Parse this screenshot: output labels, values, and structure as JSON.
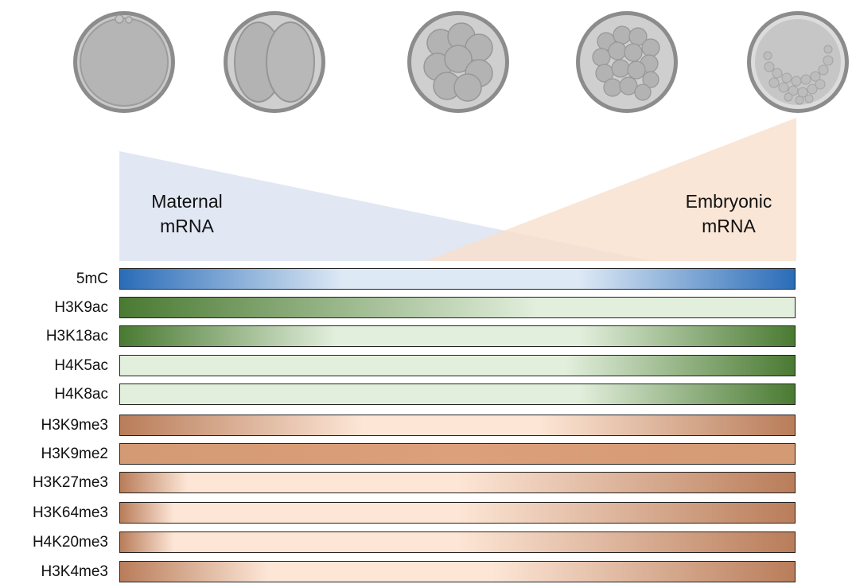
{
  "wedges": {
    "maternal_label": [
      "Maternal",
      "mRNA"
    ],
    "embryonic_label": [
      "Embryonic",
      "mRNA"
    ],
    "maternal_color": "#dfe6f2",
    "embryonic_color": "#f9e0cc"
  },
  "stages": [
    {
      "name": "zygote-icon"
    },
    {
      "name": "two-cell-embryo-icon"
    },
    {
      "name": "eight-cell-embryo-icon"
    },
    {
      "name": "morula-icon"
    },
    {
      "name": "blastocyst-icon"
    }
  ],
  "marks": [
    {
      "label": "5mC",
      "family": "blue"
    },
    {
      "label": "H3K9ac",
      "family": "green"
    },
    {
      "label": "H3K18ac",
      "family": "green"
    },
    {
      "label": "H4K5ac",
      "family": "green"
    },
    {
      "label": "H4K8ac",
      "family": "green"
    },
    {
      "label": "H3K9me3",
      "family": "brown"
    },
    {
      "label": "H3K9me2",
      "family": "brown"
    },
    {
      "label": "H3K27me3",
      "family": "brown"
    },
    {
      "label": "H3K64me3",
      "family": "brown"
    },
    {
      "label": "H4K20me3",
      "family": "brown"
    },
    {
      "label": "H3K4me3",
      "family": "brown"
    }
  ],
  "colors": {
    "blue_dark": "#2a6cb8",
    "blue_light": "#dde9f5",
    "green_dark": "#4a7a32",
    "green_light": "#e2efdc",
    "brown_dark": "#b97d5a",
    "brown_mid": "#d39a74",
    "brown_light": "#fde6d6"
  }
}
